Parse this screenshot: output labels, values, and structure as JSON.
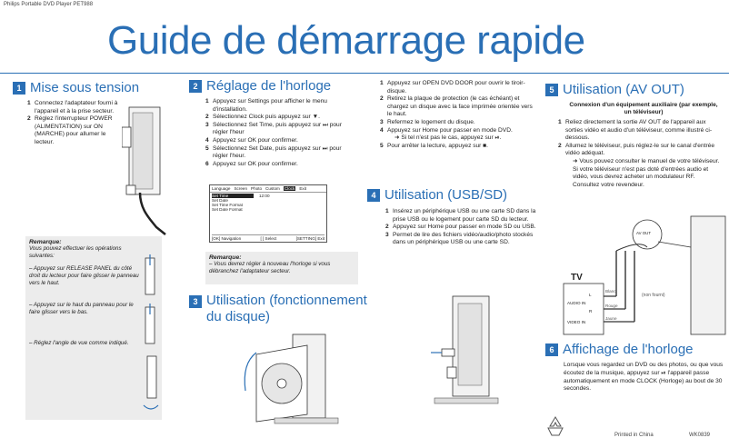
{
  "header": {
    "product": "Philips Portable DVD Player PET988"
  },
  "title": "Guide de démarrage rapide",
  "sections": {
    "power": {
      "num": "1",
      "title": "Mise sous tension",
      "steps": [
        {
          "n": "1",
          "text": "Connectez l'adaptateur fourni à l'appareil et à la prise secteur."
        },
        {
          "n": "2",
          "text": "Réglez l'interrupteur POWER (ALIMENTATION) sur ON (MARCHE) pour allumer le lecteur."
        }
      ],
      "note": {
        "title": "Remarque:",
        "lines": [
          "Vous pouvez effectuer les opérations suivantes:",
          "– Appuyez sur RELEASE PANEL du côté droit du lecteur pour faire glisser le panneau vers le haut.",
          "– Appuyez sur le haut du panneau pour le faire glisser vers le bas.",
          "– Réglez l'angle de vue comme indiqué."
        ]
      }
    },
    "clock_set": {
      "num": "2",
      "title": "Réglage de l'horloge",
      "steps": [
        {
          "n": "1",
          "text": "Appuyez sur Settings pour afficher le menu d'installation."
        },
        {
          "n": "2",
          "text": "Sélectionnez Clock puis appuyez sur ▼."
        },
        {
          "n": "3",
          "text": "Sélectionnez Set Time, puis appuyez sur ⏭ pour régler l'heur"
        },
        {
          "n": "4",
          "text": "Appuyez sur OK pour confirmer."
        },
        {
          "n": "5",
          "text": "Sélectionnez Set Date, puis appuyez sur ⏭ pour régler l'heur."
        },
        {
          "n": "6",
          "text": "Appuyez sur OK pour confirmer."
        }
      ],
      "menu": {
        "tabs": [
          "Language",
          "Screen",
          "Photo",
          "Custom",
          "Clock",
          "Exit"
        ],
        "items": [
          "Set Time",
          "Set Date",
          "Set Time Format",
          "Set Date Format"
        ],
        "value": "12:00",
        "footer": [
          "[OK] Navigation",
          "[ ] Select",
          "[SETTING] Exit"
        ]
      },
      "note": {
        "title": "Remarque:",
        "lines": [
          "– Vous devrez régler à nouveau l'horloge si vous débranchez l'adaptateur secteur."
        ]
      }
    },
    "disc": {
      "num": "3",
      "title": "Utilisation (fonctionnement du disque)",
      "steps": [
        {
          "n": "1",
          "text": "Appuyez sur OPEN DVD DOOR pour ouvrir le tiroir-disque."
        },
        {
          "n": "2",
          "text": "Retirez la plaque de protection (le cas échéant) et chargez un disque avec la face imprimée orientée vers le haut."
        },
        {
          "n": "3",
          "text": "Refermez le logement du disque."
        },
        {
          "n": "4",
          "text": "Appuyez sur Home pour passer en mode DVD."
        },
        {
          "n": "",
          "text": "➜ Si tel n'est pas le cas, appuyez sur ⏯."
        },
        {
          "n": "5",
          "text": "Pour arrêter la lecture, appuyez sur ■."
        }
      ]
    },
    "usb": {
      "num": "4",
      "title": "Utilisation (USB/SD)",
      "steps": [
        {
          "n": "1",
          "text": "Insérez un périphérique USB ou une carte SD dans la prise USB ou le logement pour carte SD du lecteur."
        },
        {
          "n": "2",
          "text": "Appuyez sur Home pour passer en mode SD ou USB."
        },
        {
          "n": "3",
          "text": "Permet de lire des fichiers vidéo/audio/photo stockés dans un périphérique USB ou une carte SD."
        }
      ]
    },
    "av_out": {
      "num": "5",
      "title": "Utilisation (AV OUT)",
      "subtitle": "Connexion d'un équipement auxiliaire (par exemple, un téléviseur)",
      "steps": [
        {
          "n": "1",
          "text": "Reliez directement la sortie AV OUT de l'appareil aux sorties vidéo et audio d'un téléviseur, comme illustré ci-dessous."
        },
        {
          "n": "2",
          "text": "Allumez le téléviseur, puis réglez-le sur le canal d'entrée vidéo adéquat."
        },
        {
          "n": "",
          "text": "➜ Vous pouvez consulter le manuel de votre téléviseur. Si votre téléviseur n'est pas doté d'entrées audio et vidéo, vous devrez acheter un modulateur RF. Consultez votre revendeur."
        }
      ],
      "diagram": {
        "tv_label": "TV",
        "jacks": [
          "L",
          "AUDIO IN",
          "R",
          "VIDEO IN"
        ],
        "colors": [
          "Blanc",
          "Rouge",
          "Jaune"
        ],
        "note": "(non fourni)",
        "av_label": "AV OUT"
      }
    },
    "clock_display": {
      "num": "6",
      "title": "Affichage de l'horloge",
      "text": "Lorsque vous regardez un DVD ou des photos, ou que vous écoutez de la musique, appuyez sur ⏯ l'appareil passe automatiquement en mode CLOCK (Horloge) au bout de 30 secondes."
    }
  },
  "footer": {
    "printed": "Printed in China",
    "code": "WK0839"
  },
  "colors": {
    "accent": "#2a6fb5",
    "note_bg": "#ececec"
  }
}
